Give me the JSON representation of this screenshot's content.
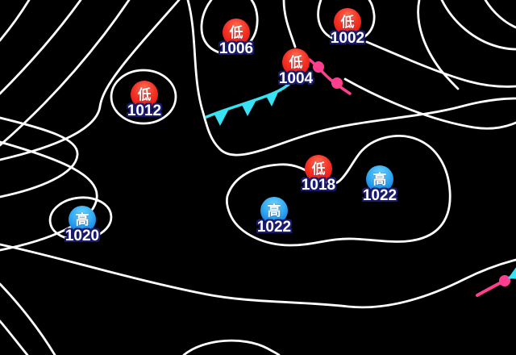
{
  "map": {
    "kind": "synoptic-weather-pressure-map",
    "colors": {
      "background": "#000000",
      "isobar": "#ffffff",
      "low_badge": "#e41511",
      "high_badge": "#1e8fe6",
      "label_text": "#ffffff",
      "label_outline": "#1b1b6e",
      "cold_front": "#38e2f2",
      "warm_front": "#ff3f8e"
    },
    "systems": [
      {
        "kind": "low",
        "symbol": "低",
        "pressure": "1006"
      },
      {
        "kind": "low",
        "symbol": "低",
        "pressure": "1002"
      },
      {
        "kind": "low",
        "symbol": "低",
        "pressure": "1004"
      },
      {
        "kind": "low",
        "symbol": "低",
        "pressure": "1012"
      },
      {
        "kind": "low",
        "symbol": "低",
        "pressure": "1018"
      },
      {
        "kind": "high",
        "symbol": "高",
        "pressure": "1022"
      },
      {
        "kind": "high",
        "symbol": "高",
        "pressure": "1022"
      },
      {
        "kind": "high",
        "symbol": "高",
        "pressure": "1020"
      }
    ],
    "fronts": [
      {
        "kind": "cold-front"
      },
      {
        "kind": "warm-front"
      },
      {
        "kind": "occluding-front-fragment"
      }
    ]
  }
}
